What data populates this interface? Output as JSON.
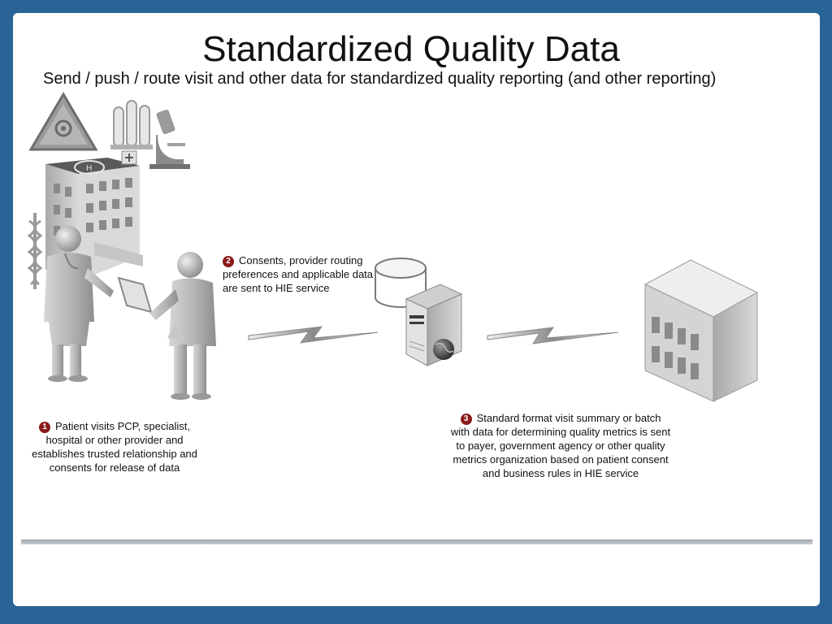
{
  "header": {
    "title": "Standardized Quality Data",
    "subtitle": "Send / push / route visit and other data for standardized quality reporting (and other reporting)"
  },
  "steps": [
    {
      "number": "1",
      "text_line1": "Patient visits PCP, specialist,",
      "text_rest": "hospital or other provider and establishes trusted relationship and consents for release of data"
    },
    {
      "number": "2",
      "text_line1": "Consents, provider routing",
      "text_rest": "preferences and applicable data are sent to HIE service"
    },
    {
      "number": "3",
      "text_line1": "Standard format visit  summary or batch",
      "text_rest": "with data for determining quality metrics is sent to payer, government agency or other quality metrics organization based on patient consent and business rules in HIE service"
    }
  ],
  "icons": {
    "biohazard": "biohazard-warning-icon",
    "test_tubes": "test-tubes-icon",
    "microscope": "microscope-icon",
    "hospital": "hospital-building-icon",
    "caduceus": "caduceus-icon",
    "doctor": "doctor-figure-icon",
    "patient": "patient-figure-icon",
    "database": "database-icon",
    "server": "server-icon",
    "globe": "globe-icon",
    "office": "office-building-icon",
    "lightning_left": "lightning-link-icon",
    "lightning_right": "lightning-link-icon"
  },
  "colors": {
    "frame": "#2a6496",
    "step_number": "#8b1a1a",
    "figure_gray": "#b8b8b8"
  }
}
